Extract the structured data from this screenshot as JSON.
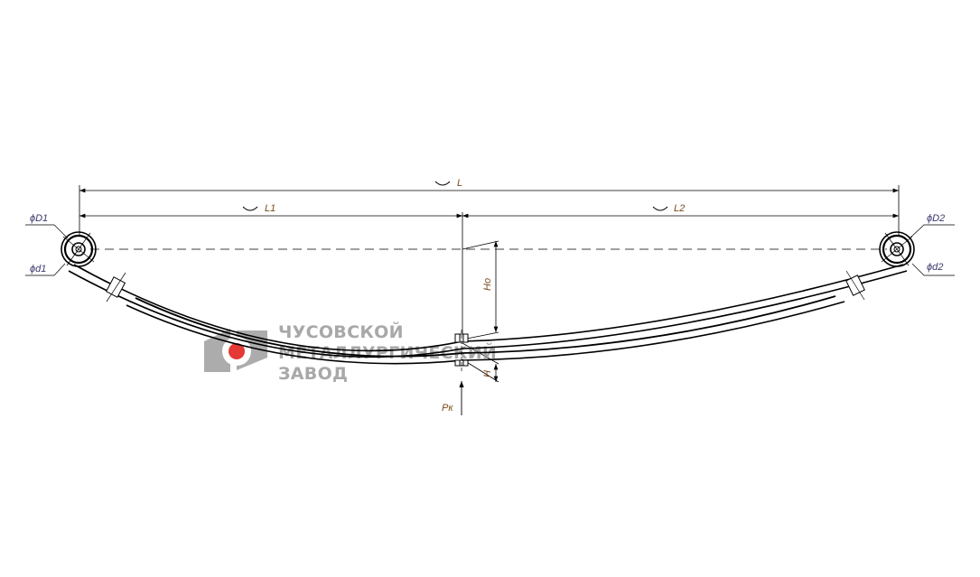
{
  "dimensions": {
    "overall_length": "L",
    "left_length": "L1",
    "right_length": "L2",
    "free_height": "Ho",
    "pack_height": "H",
    "load": "Pк",
    "left_eye_outer": "ϕD1",
    "left_eye_inner": "ϕd1",
    "right_eye_outer": "ϕD2",
    "right_eye_inner": "ϕd2"
  },
  "logo": {
    "line1": "ЧУСОВСКОЙ",
    "line2": "МЕТАЛЛУРГИЧЕСКИЙ",
    "line3": "ЗАВОД",
    "accent_color": "#e53935"
  }
}
